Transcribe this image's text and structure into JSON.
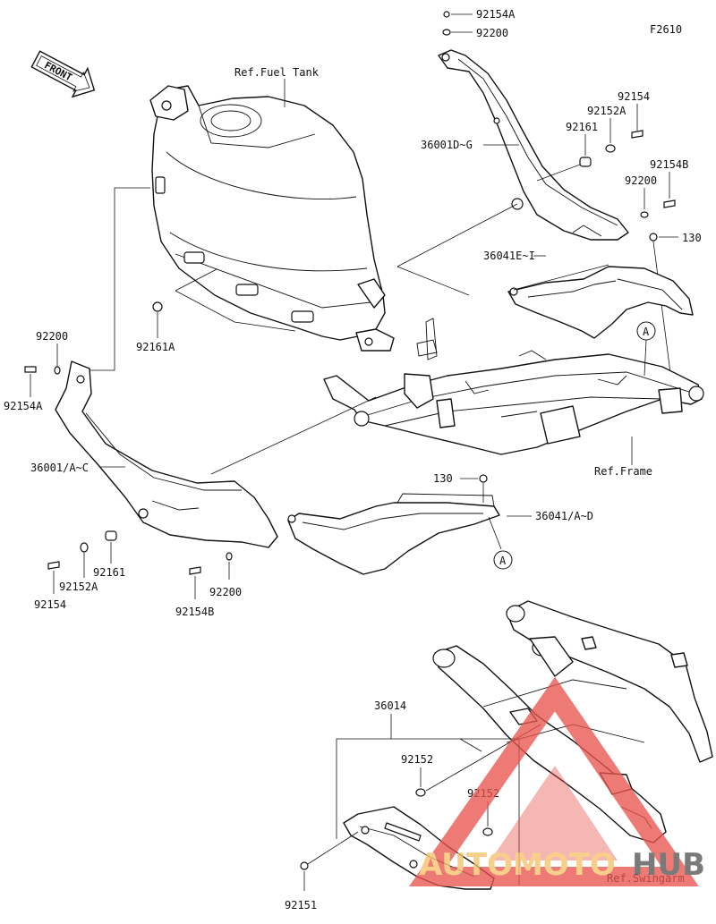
{
  "figure_code": "F2610",
  "front_label": "FRONT",
  "references": {
    "fuel_tank": "Ref.Fuel Tank",
    "frame": "Ref.Frame",
    "swingarm": "Ref.Swingarm"
  },
  "callout_letter": "A",
  "part_labels": {
    "p92154A_top": "92154A",
    "p92200_top": "92200",
    "p92154_right": "92154",
    "p92152A_right": "92152A",
    "p92161_right": "92161",
    "p36001DG": "36001D~G",
    "p92154B_right": "92154B",
    "p92200_right": "92200",
    "p130_top": "130",
    "p36041EI": "36041E~I",
    "p92161A": "92161A",
    "p92200_left": "92200",
    "p92154A_left": "92154A",
    "p36001AC": "36001/A~C",
    "p130_mid": "130",
    "p36041AD": "36041/A~D",
    "p92161_left": "92161",
    "p92152A_left": "92152A",
    "p92154_left": "92154",
    "p92154B_left": "92154B",
    "p92200_bottom": "92200",
    "p36014": "36014",
    "p92152_a": "92152",
    "p92152_b": "92152",
    "p92151": "92151"
  },
  "watermark": {
    "text_light": "AUTOMOTO",
    "text_dark": "HUB",
    "light_color": "#f5c26b",
    "dark_color": "#555555",
    "triangle_color": "#e8554e"
  }
}
